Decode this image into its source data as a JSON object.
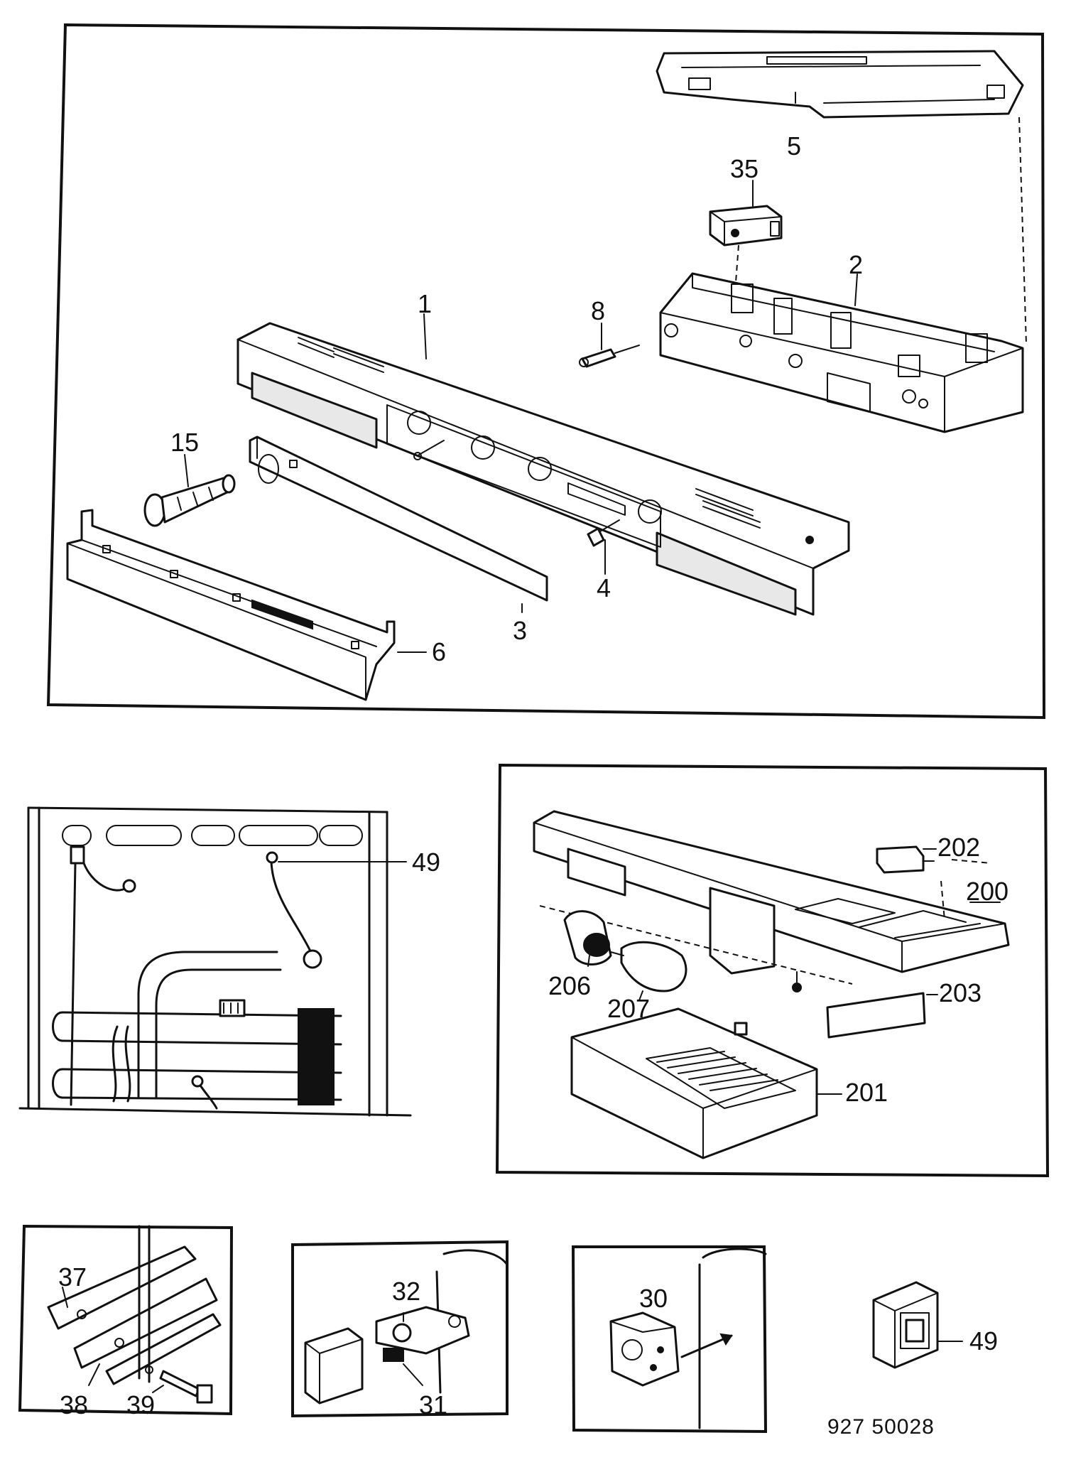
{
  "labels": {
    "p1": "1",
    "p2": "2",
    "p3": "3",
    "p4": "4",
    "p5": "5",
    "p6": "6",
    "p8": "8",
    "p15": "15",
    "p35": "35",
    "p49a": "49",
    "p200": "200",
    "p201": "201",
    "p202": "202",
    "p203": "203",
    "p206": "206",
    "p207": "207",
    "p37": "37",
    "p38": "38",
    "p39": "39",
    "p32": "32",
    "p31": "31",
    "p30": "30",
    "p49b": "49"
  },
  "footer": {
    "code": "927 50028"
  }
}
